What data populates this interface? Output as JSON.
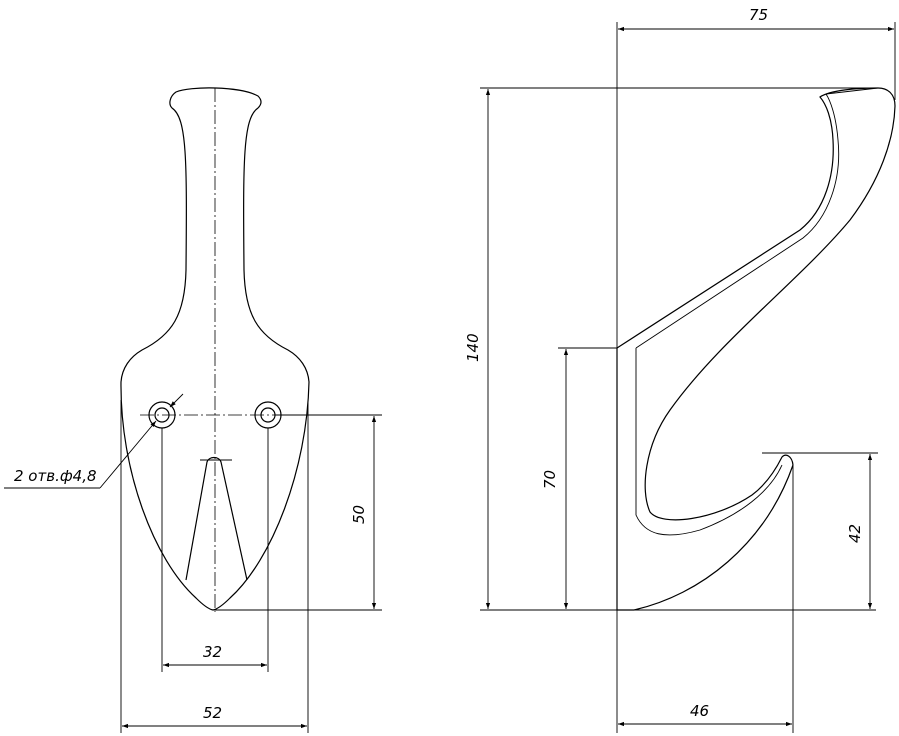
{
  "front_view": {
    "hole_callout": "2 отв.ф4,8",
    "dim_hole_spacing": "32",
    "dim_total_width": "52",
    "dim_hole_height": "50"
  },
  "side_view": {
    "dim_depth": "75",
    "dim_height": "140",
    "dim_lower_height": "70",
    "dim_hook_height": "42",
    "dim_hook_reach": "46"
  }
}
